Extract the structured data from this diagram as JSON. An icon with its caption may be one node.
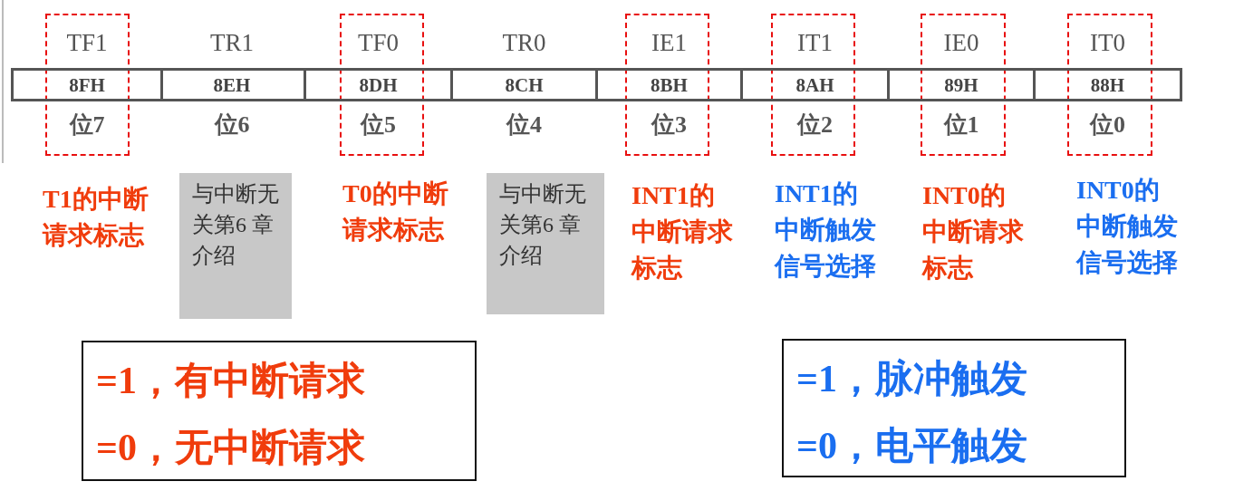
{
  "diagram": {
    "nodes": [
      {
        "text": [
          "TF1",
          "8FH",
          "位7"
        ]
      },
      {
        "text": [
          "TR1",
          "8EH",
          "位6"
        ]
      },
      {
        "text": [
          "TF0",
          "8DH",
          "位5"
        ]
      },
      {
        "text": [
          "TR0",
          "8CH",
          "位4"
        ]
      },
      {
        "text": [
          "IE1",
          "8BH",
          "位3"
        ]
      },
      {
        "text": [
          "IT1",
          "8AH",
          "位2"
        ]
      },
      {
        "text": [
          "IE0",
          "89H",
          "位1"
        ]
      },
      {
        "text": [
          "IT0",
          "88H",
          "位0"
        ]
      },
      {
        "text": [
          "与中断无关第6 章介绍"
        ]
      },
      {
        "text": [
          "与中断无关第6 章介绍"
        ]
      },
      {
        "text": [
          "=1，有中断请求",
          "=0，无中断请求"
        ]
      },
      {
        "text": [
          "=1，脉冲触发",
          "=0，电平触发"
        ]
      }
    ],
    "edges": [],
    "labels": [
      "T1的中断请求标志",
      "T0的中断请求标志",
      "INT1的中断请求标志",
      "INT1的中断触发信号选择",
      "INT0的中断请求标志",
      "INT0的中断触发信号选择"
    ]
  }
}
